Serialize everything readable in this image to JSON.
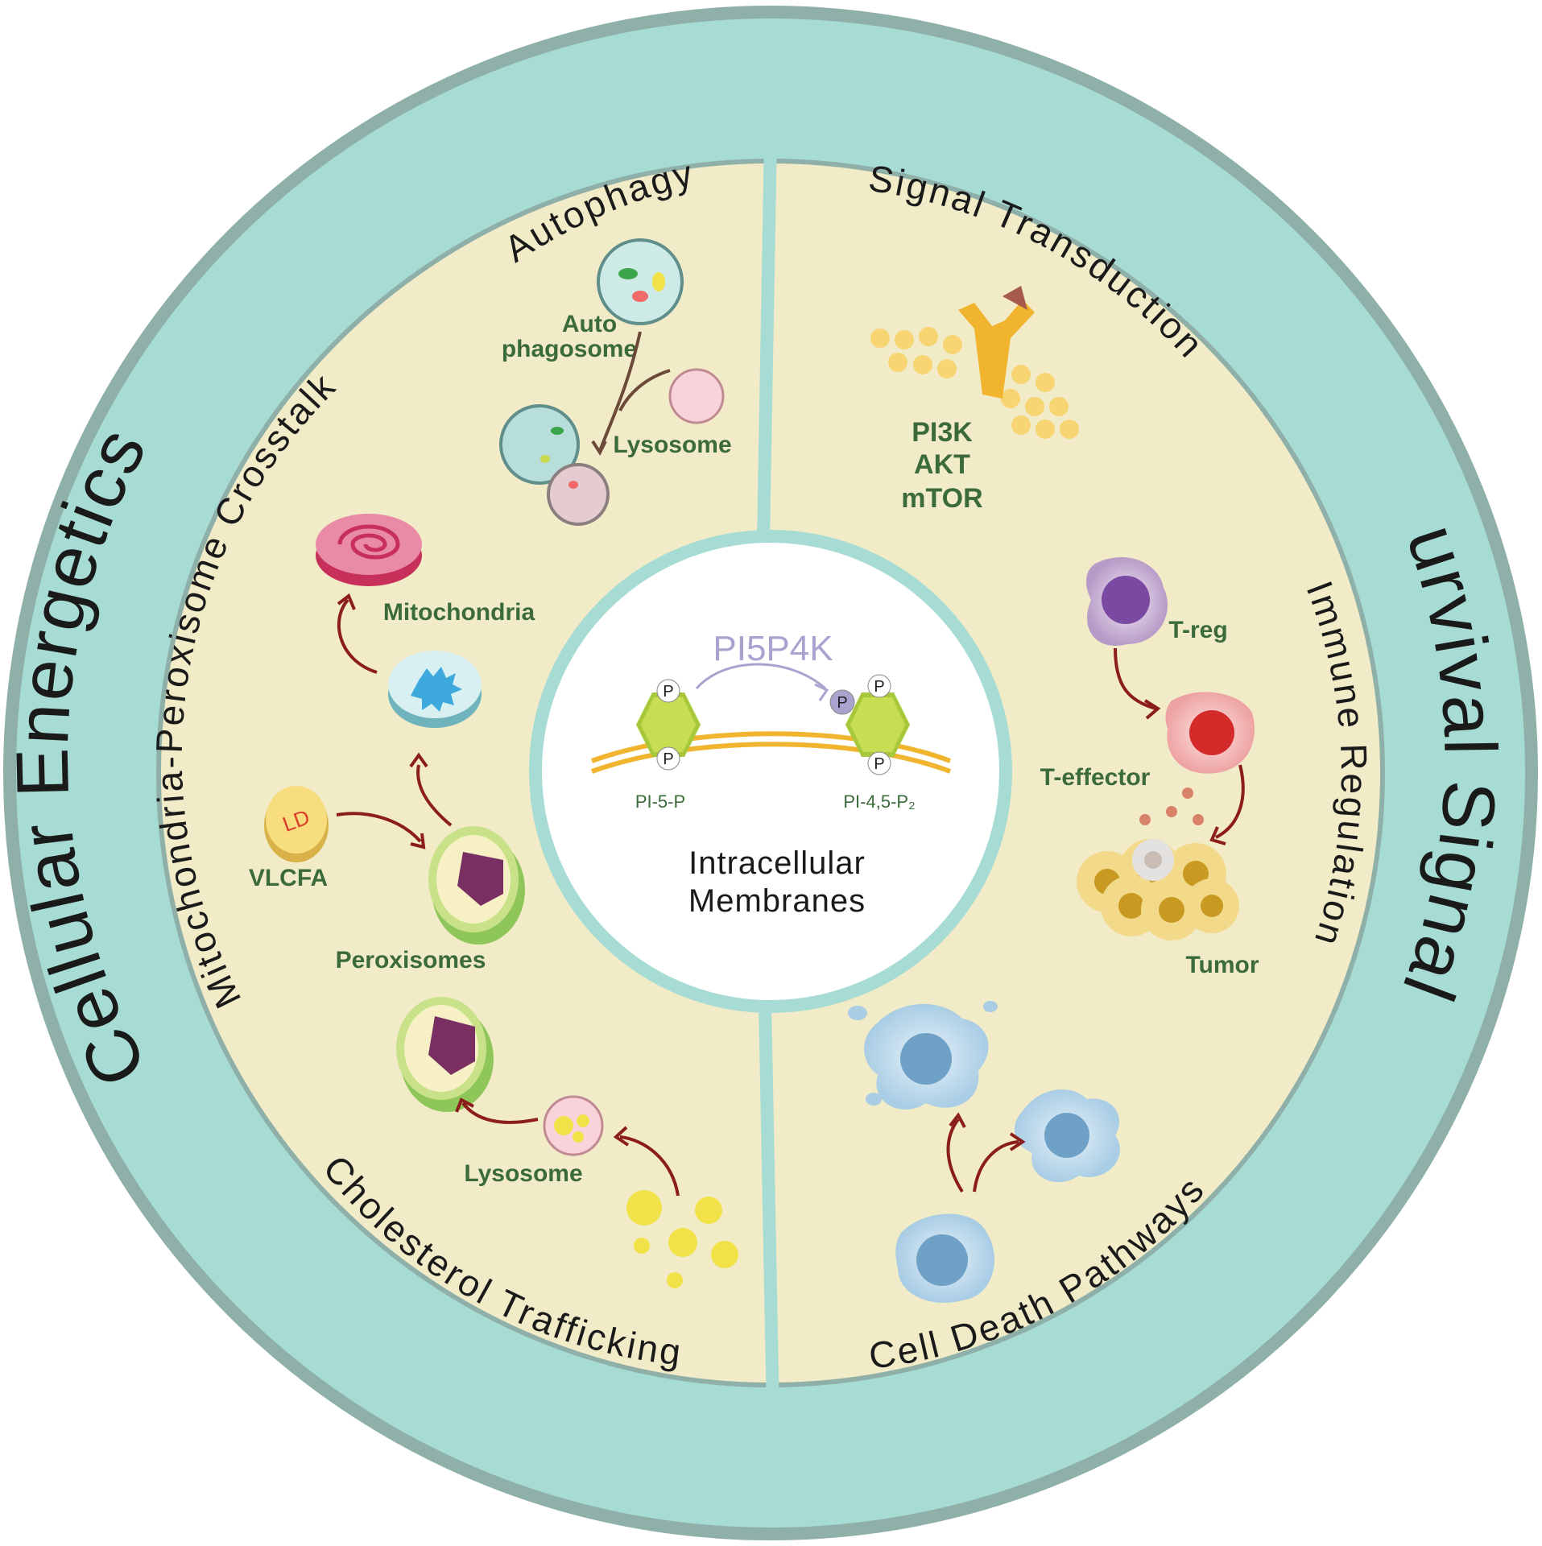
{
  "outer_left": "Cellular Energetics",
  "outer_right": "Survival Signals",
  "sectors": {
    "autophagy": "Autophagy",
    "mito_perox": "Mitochondria-Peroxisome Crosstalk",
    "cholesterol": "Cholesterol Trafficking",
    "signal": "Signal Transduction",
    "immune": "Immune Regulation",
    "cell_death": "Cell Death Pathways"
  },
  "labels": {
    "auto_1": "Auto",
    "auto_2": "phagosome",
    "lysosome_top": "Lysosome",
    "mitochondria": "Mitochondria",
    "ld": "LD",
    "vlcfa": "VLCFA",
    "peroxisomes": "Peroxisomes",
    "lysosome_bottom": "Lysosome",
    "pi3k": "PI3K",
    "akt": "AKT",
    "mtor": "mTOR",
    "treg": "T-reg",
    "teffector": "T-effector",
    "tumor": "Tumor"
  },
  "center": {
    "enzyme": "PI5P4K",
    "substrate": "PI-5-P",
    "product": "PI-4,5-P₂",
    "p": "P",
    "title_1": "Intracellular",
    "title_2": "Membranes"
  },
  "colors": {
    "outer_ring": "#a7dcd5",
    "ring_border": "#8fb0a8",
    "inner_field": "#f2ebc8",
    "divider": "#a7dcd5",
    "label_green": "#3b6b3b",
    "arrow": "#8b1d1d"
  }
}
